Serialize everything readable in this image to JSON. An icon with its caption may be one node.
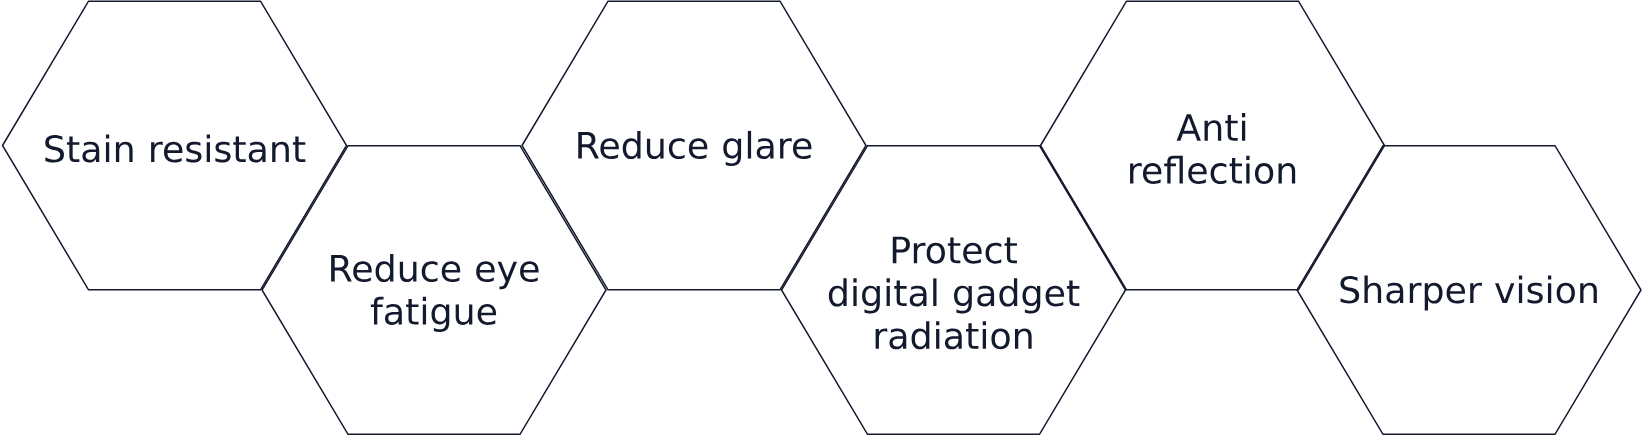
{
  "diagram": {
    "nodes": [
      {
        "text": [
          "Stain resistant"
        ]
      },
      {
        "text": [
          "Reduce eye fatigue"
        ]
      },
      {
        "text": [
          "Reduce glare"
        ]
      },
      {
        "text": [
          "Protect digital gadget radiation"
        ]
      },
      {
        "text": [
          "Anti reflection"
        ]
      },
      {
        "text": [
          "Sharper vision"
        ]
      }
    ]
  }
}
